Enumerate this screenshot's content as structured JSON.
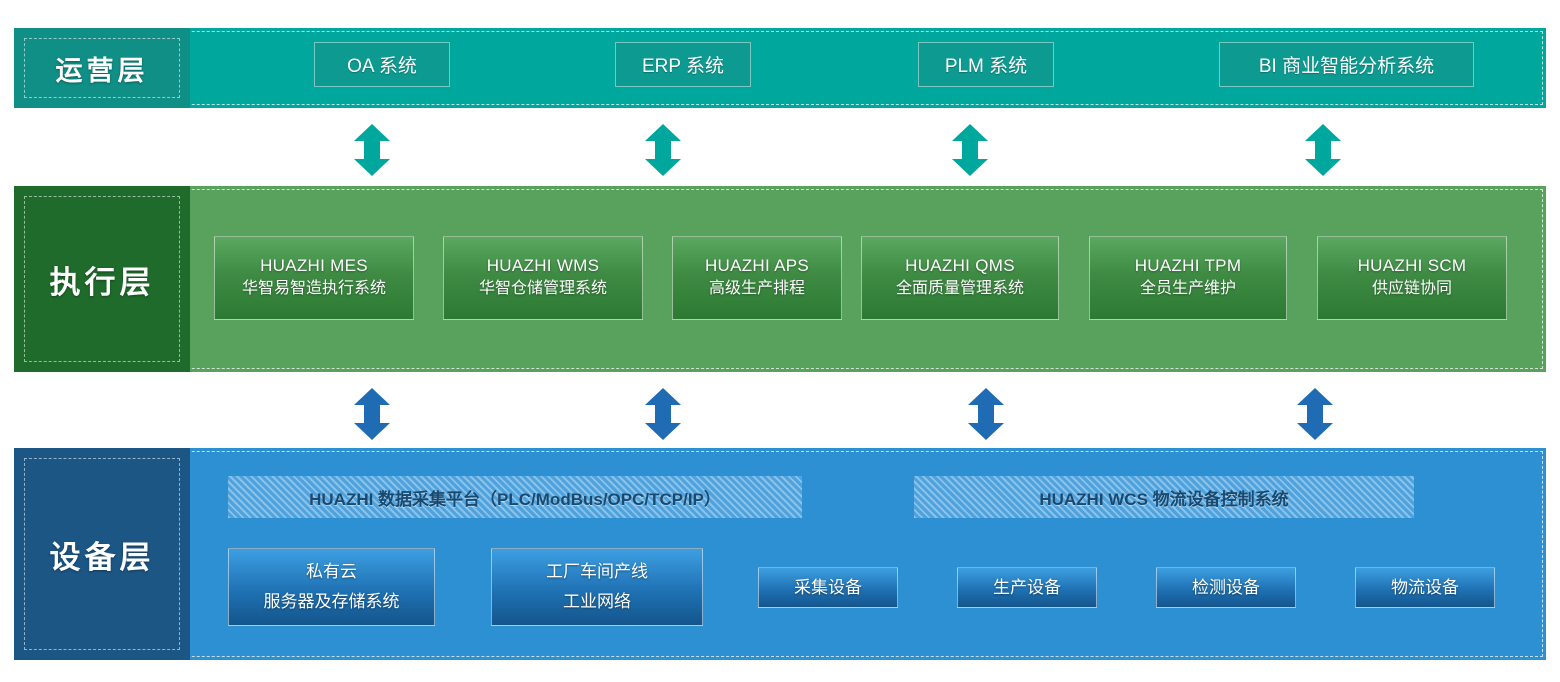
{
  "diagram": {
    "title": "HUAZHI smart factory three-layer architecture",
    "colors": {
      "operations_band": "#00a79c",
      "operations_header": "#0f8f86",
      "operations_box": "#0d9a90",
      "execution_band": "#58a25e",
      "execution_header": "#1e6b2b",
      "execution_box": "#2c7a33",
      "device_band": "#2d90d3",
      "device_header": "#1b5685",
      "device_box": "#14558c",
      "device_banner": "#4ea2dd",
      "arrow_teal": "#00a79c",
      "arrow_blue": "#1f6cb4"
    }
  },
  "layers": {
    "operations": {
      "header_label": "运营层",
      "boxes": [
        {
          "label": "OA 系统"
        },
        {
          "label": "ERP 系统"
        },
        {
          "label": "PLM 系统"
        },
        {
          "label": "BI 商业智能分析系统"
        }
      ]
    },
    "execution": {
      "header_label": "执行层",
      "boxes": [
        {
          "en": "HUAZHI MES",
          "cn": "华智易智造执行系统"
        },
        {
          "en": "HUAZHI WMS",
          "cn": "华智仓储管理系统"
        },
        {
          "en": "HUAZHI APS",
          "cn": "高级生产排程"
        },
        {
          "en": "HUAZHI QMS",
          "cn": "全面质量管理系统"
        },
        {
          "en": "HUAZHI TPM",
          "cn": "全员生产维护"
        },
        {
          "en": "HUAZHI SCM",
          "cn": "供应链协同"
        }
      ]
    },
    "device": {
      "header_label": "设备层",
      "banners": [
        {
          "label": "HUAZHI 数据采集平台（PLC/ModBus/OPC/TCP/IP）"
        },
        {
          "label": "HUAZHI WCS 物流设备控制系统"
        }
      ],
      "boxes": [
        {
          "l1": "私有云",
          "l2": "服务器及存储系统"
        },
        {
          "l1": "工厂车间产线",
          "l2": "工业网络"
        },
        {
          "l1": "采集设备",
          "l2": ""
        },
        {
          "l1": "生产设备",
          "l2": ""
        },
        {
          "l1": "检测设备",
          "l2": ""
        },
        {
          "l1": "物流设备",
          "l2": ""
        }
      ]
    }
  },
  "connectors": {
    "upper": {
      "icon": "double-headed-vertical-arrow",
      "count": 4,
      "color": "#00a79c"
    },
    "lower": {
      "icon": "double-headed-vertical-arrow",
      "count": 4,
      "color": "#1f6cb4"
    }
  }
}
